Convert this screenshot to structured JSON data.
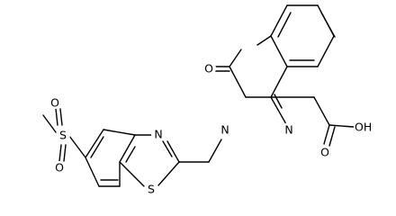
{
  "molecule": {
    "atom_labels": {
      "sulfur_sulfonyl": "S",
      "oxygen_sulfonyl_top": "O",
      "oxygen_sulfonyl_bottom": "O",
      "nitrogen_thiazole": "N",
      "sulfur_thiazole": "S",
      "oxygen_carbonyl": "O",
      "nitrogen_n3": "N",
      "nitrogen_n2": "N",
      "oxygen_acid_double": "O",
      "hydroxyl": "OH"
    }
  }
}
